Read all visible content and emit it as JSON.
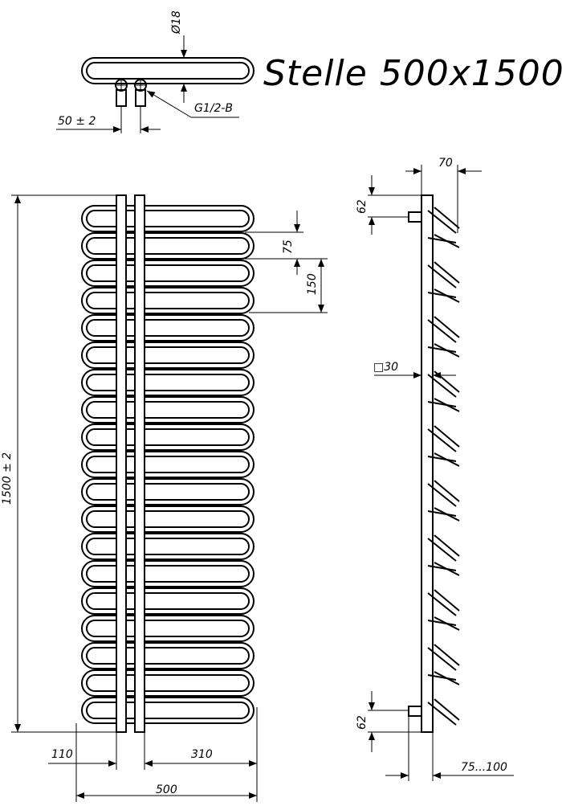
{
  "title": "Stelle 500x1500",
  "dimensions": {
    "tube_diameter": "Ø18",
    "connection_thread": "G1/2-B",
    "connection_spacing": "50 ± 2",
    "total_height": "1500 ± 2",
    "loop_pitch": "75",
    "group_pitch": "150",
    "left_offset": "110",
    "right_width": "310",
    "total_width": "500",
    "depth_top": "70",
    "collector_section": "□30",
    "top_offset": "62",
    "bottom_offset": "62",
    "wall_distance": "75...100"
  },
  "colors": {
    "line": "#000000",
    "background": "#ffffff"
  }
}
